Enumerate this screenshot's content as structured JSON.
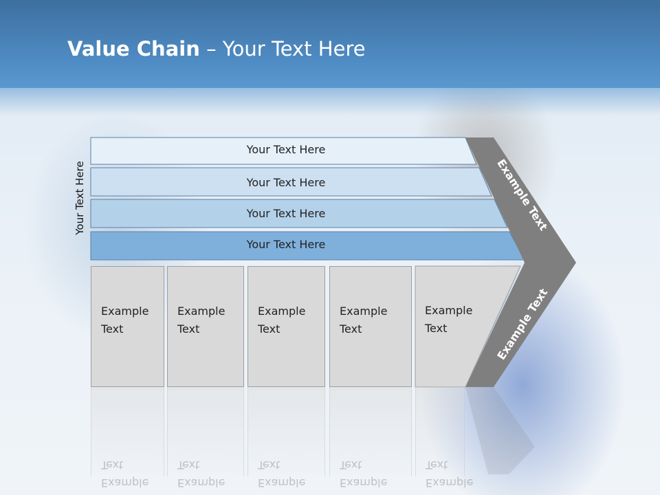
{
  "header": {
    "title_bold": "Value Chain",
    "title_rest": " – Your Text Here"
  },
  "side_label": "Your Text Here",
  "bars": [
    {
      "label": "Your Text Here",
      "color": "#e6f0f9"
    },
    {
      "label": "Your Text Here",
      "color": "#cde0f1"
    },
    {
      "label": "Your Text Here",
      "color": "#b4d1ea"
    },
    {
      "label": "Your Text Here",
      "color": "#7fb0dc"
    }
  ],
  "boxes": [
    {
      "line1": "Example",
      "line2": "Text"
    },
    {
      "line1": "Example",
      "line2": "Text"
    },
    {
      "line1": "Example",
      "line2": "Text"
    },
    {
      "line1": "Example",
      "line2": "Text"
    },
    {
      "line1": "Example",
      "line2": "Text"
    }
  ],
  "chevron": {
    "upper_label": "Example Text",
    "lower_label": "Example Text",
    "color": "#7f7f7f"
  }
}
